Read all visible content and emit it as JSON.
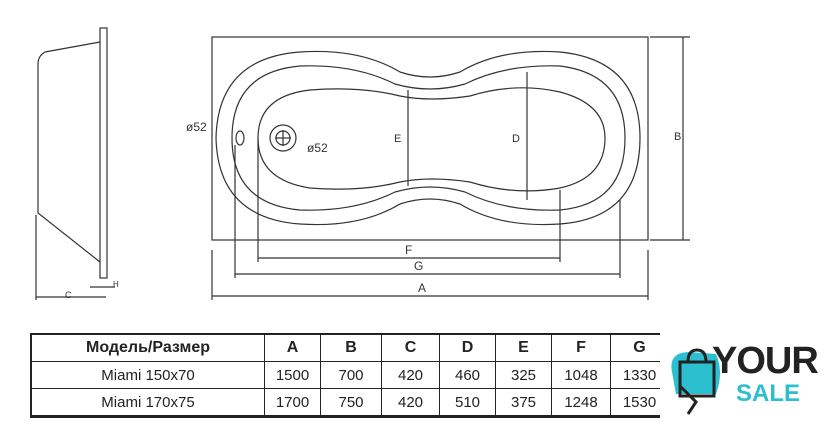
{
  "drawing": {
    "labels": {
      "A": "A",
      "B": "B",
      "C": "C",
      "D": "D",
      "E": "E",
      "F": "F",
      "G": "G",
      "H": "H",
      "drain1": "ø52",
      "drain2": "ø52"
    }
  },
  "table": {
    "headers": [
      "Модель/Размер",
      "A",
      "B",
      "C",
      "D",
      "E",
      "F",
      "G"
    ],
    "rows": [
      [
        "Miami 150x70",
        "1500",
        "700",
        "420",
        "460",
        "325",
        "1048",
        "1330"
      ],
      [
        "Miami 170x75",
        "1700",
        "750",
        "420",
        "510",
        "375",
        "1248",
        "1530"
      ]
    ]
  },
  "logo": {
    "line1": "YOUR",
    "line2": "SALE",
    "colors": {
      "accent": "#2bbfd0",
      "dark": "#222222"
    }
  }
}
